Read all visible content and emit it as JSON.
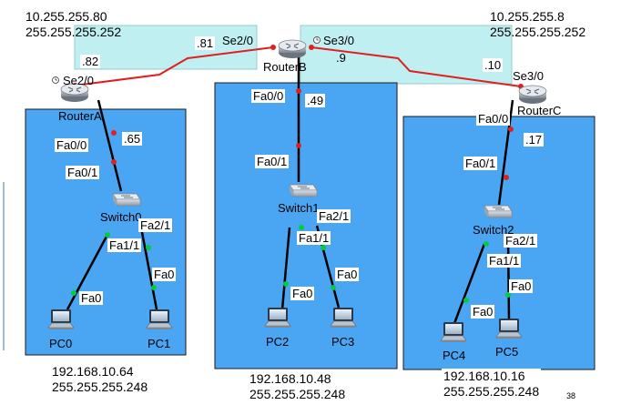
{
  "wan_networks": {
    "a_b": {
      "address": "10.255.255.80",
      "mask": "255.255.255.252"
    },
    "b_c": {
      "address": "10.255.255.8",
      "mask": "255.255.255.252"
    }
  },
  "lan_networks": {
    "a": {
      "address": "192.168.10.64",
      "mask": "255.255.255.248"
    },
    "b": {
      "address": "192.168.10.48",
      "mask": "255.255.255.248"
    },
    "c": {
      "address": "192.168.10.16",
      "mask": "255.255.255.248"
    }
  },
  "routers": {
    "a": {
      "name": "RouterA",
      "serial_port": "Se2/0",
      "serial_host": ".82",
      "lan_port": "Fa0/0",
      "lan_host": ".65"
    },
    "b": {
      "name": "RouterB",
      "serial_port_left": "Se2/0",
      "serial_host_left": ".81",
      "serial_port_right": "Se3/0",
      "serial_host_right": ".9",
      "lan_port": "Fa0/0",
      "lan_host": ".49"
    },
    "c": {
      "name": "RouterC",
      "serial_port": "Se3/0",
      "serial_host": ".10",
      "lan_port": "Fa0/0",
      "lan_host": ".17"
    }
  },
  "switches": {
    "a": {
      "name": "Switch0",
      "uplink": "Fa0/1",
      "port_left": "Fa1/1",
      "port_right": "Fa2/1"
    },
    "b": {
      "name": "Switch1",
      "uplink": "Fa0/1",
      "port_left": "Fa1/1",
      "port_right": "Fa2/1"
    },
    "c": {
      "name": "Switch2",
      "uplink": "Fa0/1",
      "port_left": "Fa1/1",
      "port_right": "Fa2/1"
    }
  },
  "pcs": [
    {
      "name": "PC0",
      "port": "Fa0"
    },
    {
      "name": "PC1",
      "port": "Fa0"
    },
    {
      "name": "PC2",
      "port": "Fa0"
    },
    {
      "name": "PC3",
      "port": "Fa0"
    },
    {
      "name": "PC4",
      "port": "Fa0"
    },
    {
      "name": "PC5",
      "port": "Fa0"
    }
  ],
  "slide_number": "38",
  "colors": {
    "lan_area": "#4aa6f2",
    "wan_area": "#bfeff0",
    "serial_link": "#e02020",
    "ethernet_link": "#000000",
    "port_up": "#00cc44",
    "port_router": "#e02020"
  }
}
